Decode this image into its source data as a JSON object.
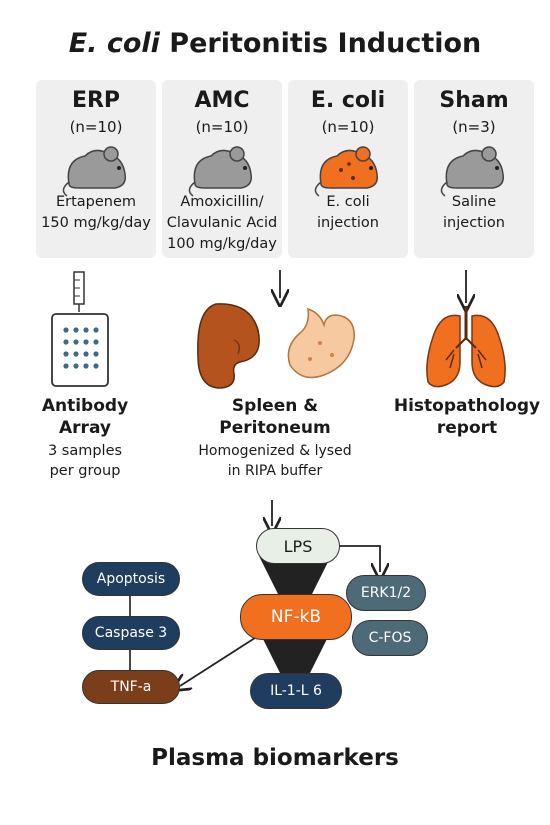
{
  "title": {
    "italic": "E. coli",
    "rest": " Peritonitis Induction"
  },
  "groups": [
    {
      "name": "ERP",
      "n": "(n=10)",
      "desc": "Ertapenem\n150 mg/kg/day",
      "icon": "mouse-icon",
      "color": "#9a9a9a"
    },
    {
      "name": "AMC",
      "n": "(n=10)",
      "desc": "Amoxicillin/\nClavulanic Acid\n100 mg/kg/day",
      "icon": "mouse-icon",
      "color": "#9a9a9a"
    },
    {
      "name": "E. coli",
      "n": "(n=10)",
      "desc": "E. coli\ninjection",
      "icon": "infected-mouse-icon",
      "color": "#f07020"
    },
    {
      "name": "Sham",
      "n": "(n=3)",
      "desc": "Saline\ninjection",
      "icon": "mouse-icon",
      "color": "#9a9a9a"
    }
  ],
  "antibody": {
    "title": "Antibody\nArray",
    "desc": "3 samples\nper group",
    "icon": "antibody-array-icon"
  },
  "organs": {
    "title": "Spleen &\nPeritoneum",
    "desc": "Homogenized & lysed\nin RIPA buffer",
    "icons": [
      "spleen-icon",
      "peritoneum-icon"
    ]
  },
  "histo": {
    "title": "Histopathology\nreport",
    "icon": "lungs-icon"
  },
  "pathway": {
    "lps": "LPS",
    "nfkb": "NF-kB",
    "erk": "ERK1/2",
    "cfos": "C-FOS",
    "il": "IL-1-L 6",
    "apoptosis": "Apoptosis",
    "caspase": "Caspase 3",
    "tnf": "TNF-a"
  },
  "colors": {
    "navy": "#1f3d5e",
    "orange": "#f07020",
    "brown": "#7a3e1a",
    "grey": "#4d6a78"
  },
  "footer": "Plasma biomarkers"
}
